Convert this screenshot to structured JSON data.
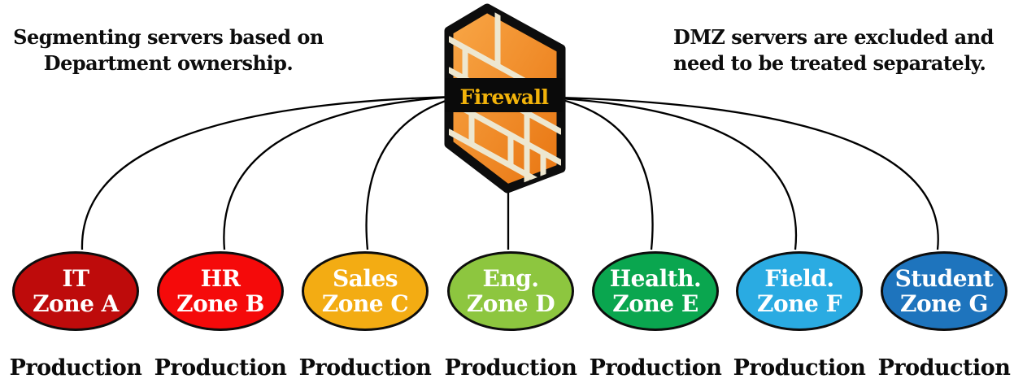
{
  "diagram": {
    "left_note": {
      "line1": "Segmenting servers based on",
      "line2": "Department ownership."
    },
    "right_note": {
      "line1": "DMZ servers are excluded and",
      "line2": "need to be treated separately."
    },
    "firewall": {
      "label": "Firewall",
      "label_color": "#F2B30A",
      "band_color": "#0a0a0a",
      "outline_color": "#0d0d0d",
      "wall_color_light": "#F9A848",
      "wall_color_dark": "#E87410",
      "brick_line_color": "#EDE7D0"
    },
    "line_color": "#000000",
    "text_color": "#0d0d0d",
    "zones": [
      {
        "dept": "IT",
        "zone": "Zone A",
        "color": "#BE0B0B",
        "env": "Production"
      },
      {
        "dept": "HR",
        "zone": "Zone B",
        "color": "#F50A0A",
        "env": "Production"
      },
      {
        "dept": "Sales",
        "zone": "Zone C",
        "color": "#F3AC13",
        "env": "Production"
      },
      {
        "dept": "Eng.",
        "zone": "Zone D",
        "color": "#8DC63F",
        "env": "Production"
      },
      {
        "dept": "Health.",
        "zone": "Zone E",
        "color": "#0AA64F",
        "env": "Production"
      },
      {
        "dept": "Field.",
        "zone": "Zone F",
        "color": "#2AABE2",
        "env": "Production"
      },
      {
        "dept": "Student",
        "zone": "Zone G",
        "color": "#1E74BD",
        "env": "Production"
      }
    ]
  }
}
